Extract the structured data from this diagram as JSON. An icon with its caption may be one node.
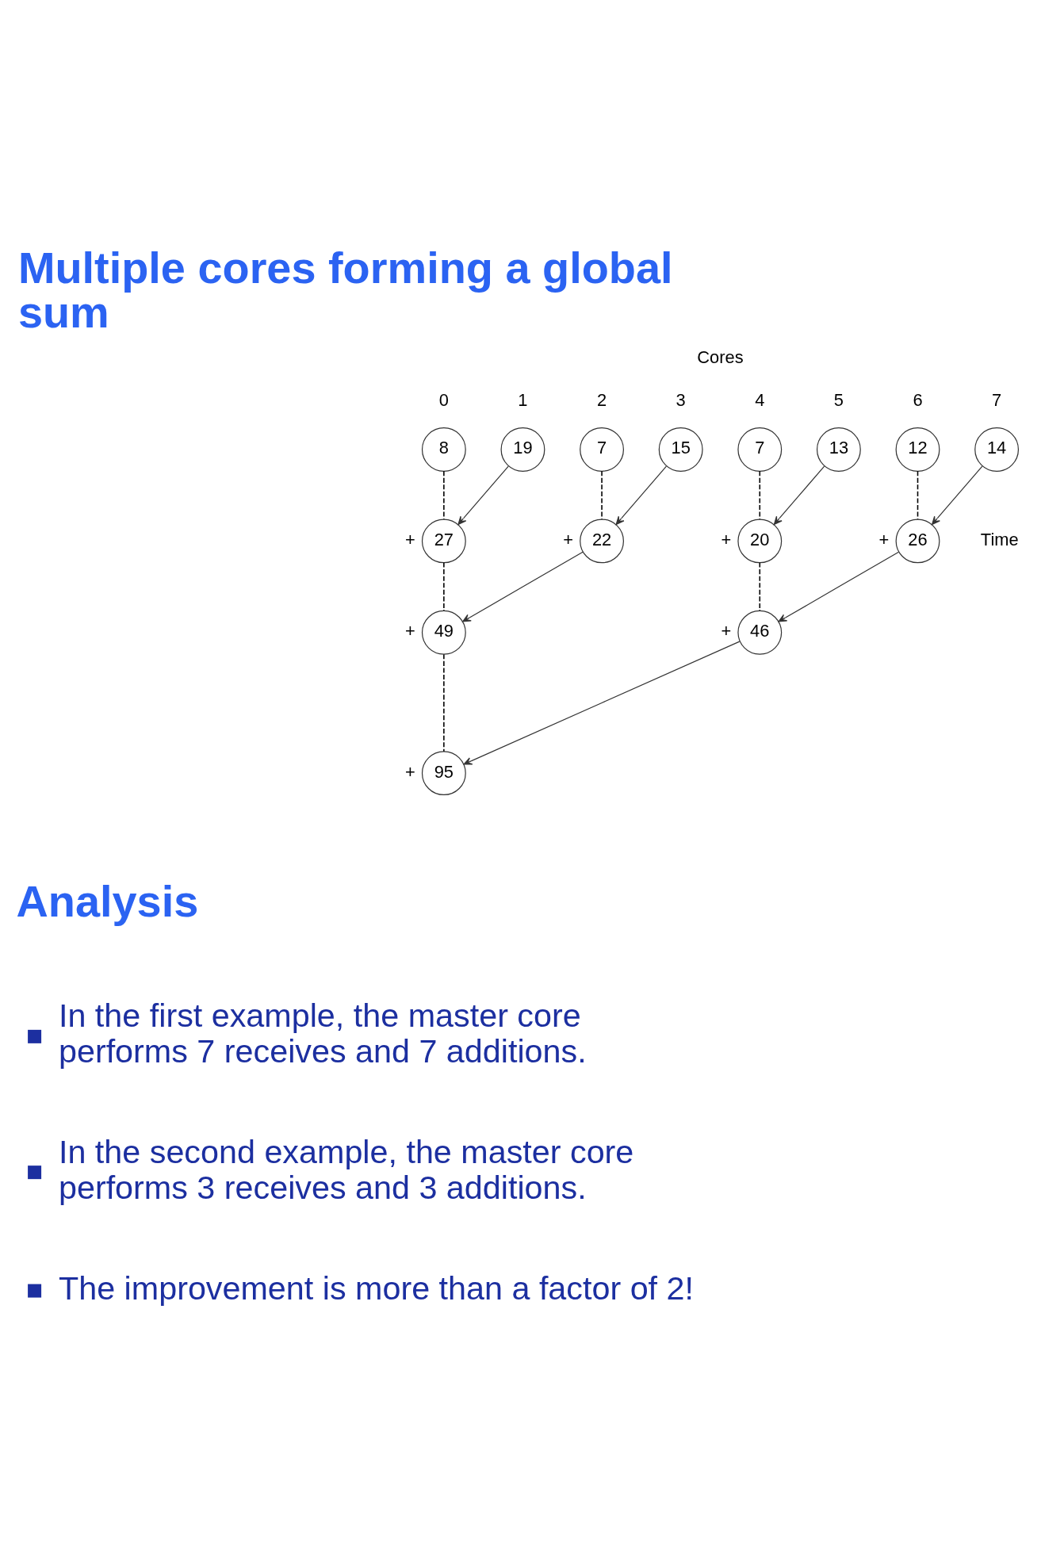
{
  "diagram": {
    "title": "Multiple cores forming a global sum",
    "nodes": [
      {
        "text": [
          "8"
        ],
        "beside": [
          "0"
        ]
      },
      {
        "text": [
          "19"
        ],
        "beside": [
          "1"
        ]
      },
      {
        "text": [
          "7"
        ],
        "beside": [
          "2"
        ]
      },
      {
        "text": [
          "15"
        ],
        "beside": [
          "3"
        ]
      },
      {
        "text": [
          "7"
        ],
        "beside": [
          "4"
        ]
      },
      {
        "text": [
          "13"
        ],
        "beside": [
          "5"
        ]
      },
      {
        "text": [
          "12"
        ],
        "beside": [
          "6"
        ]
      },
      {
        "text": [
          "14"
        ],
        "beside": [
          "7"
        ]
      },
      {
        "text": [
          "27"
        ],
        "beside": [
          "+"
        ]
      },
      {
        "text": [
          "22"
        ],
        "beside": [
          "+"
        ]
      },
      {
        "text": [
          "20"
        ],
        "beside": [
          "+"
        ]
      },
      {
        "text": [
          "26"
        ],
        "beside": [
          "+"
        ]
      },
      {
        "text": [
          "49"
        ],
        "beside": [
          "+"
        ]
      },
      {
        "text": [
          "46"
        ],
        "beside": [
          "+"
        ]
      },
      {
        "text": [
          "95"
        ],
        "beside": [
          "+"
        ]
      }
    ],
    "edges": [
      {
        "from": 0,
        "to": 8,
        "arrow": "none",
        "style": "dashed"
      },
      {
        "from": 1,
        "to": 8,
        "arrow": "to"
      },
      {
        "from": 2,
        "to": 9,
        "arrow": "none",
        "style": "dashed"
      },
      {
        "from": 3,
        "to": 9,
        "arrow": "to"
      },
      {
        "from": 4,
        "to": 10,
        "arrow": "none",
        "style": "dashed"
      },
      {
        "from": 5,
        "to": 10,
        "arrow": "to"
      },
      {
        "from": 6,
        "to": 11,
        "arrow": "none",
        "style": "dashed"
      },
      {
        "from": 7,
        "to": 11,
        "arrow": "to"
      },
      {
        "from": 8,
        "to": 12,
        "arrow": "none",
        "style": "dashed"
      },
      {
        "from": 9,
        "to": 12,
        "arrow": "to"
      },
      {
        "from": 10,
        "to": 13,
        "arrow": "none",
        "style": "dashed"
      },
      {
        "from": 11,
        "to": 13,
        "arrow": "to"
      },
      {
        "from": 12,
        "to": 14,
        "arrow": "none",
        "style": "dashed"
      },
      {
        "from": 13,
        "to": 14,
        "arrow": "to"
      }
    ],
    "labels": [
      "Cores",
      "Time",
      "Analysis",
      "In the first example, the master core performs 7 receives and 7 additions.",
      "In the second example, the master core performs 3 receives and 3 additions.",
      "The improvement is more than a factor of 2!"
    ]
  }
}
